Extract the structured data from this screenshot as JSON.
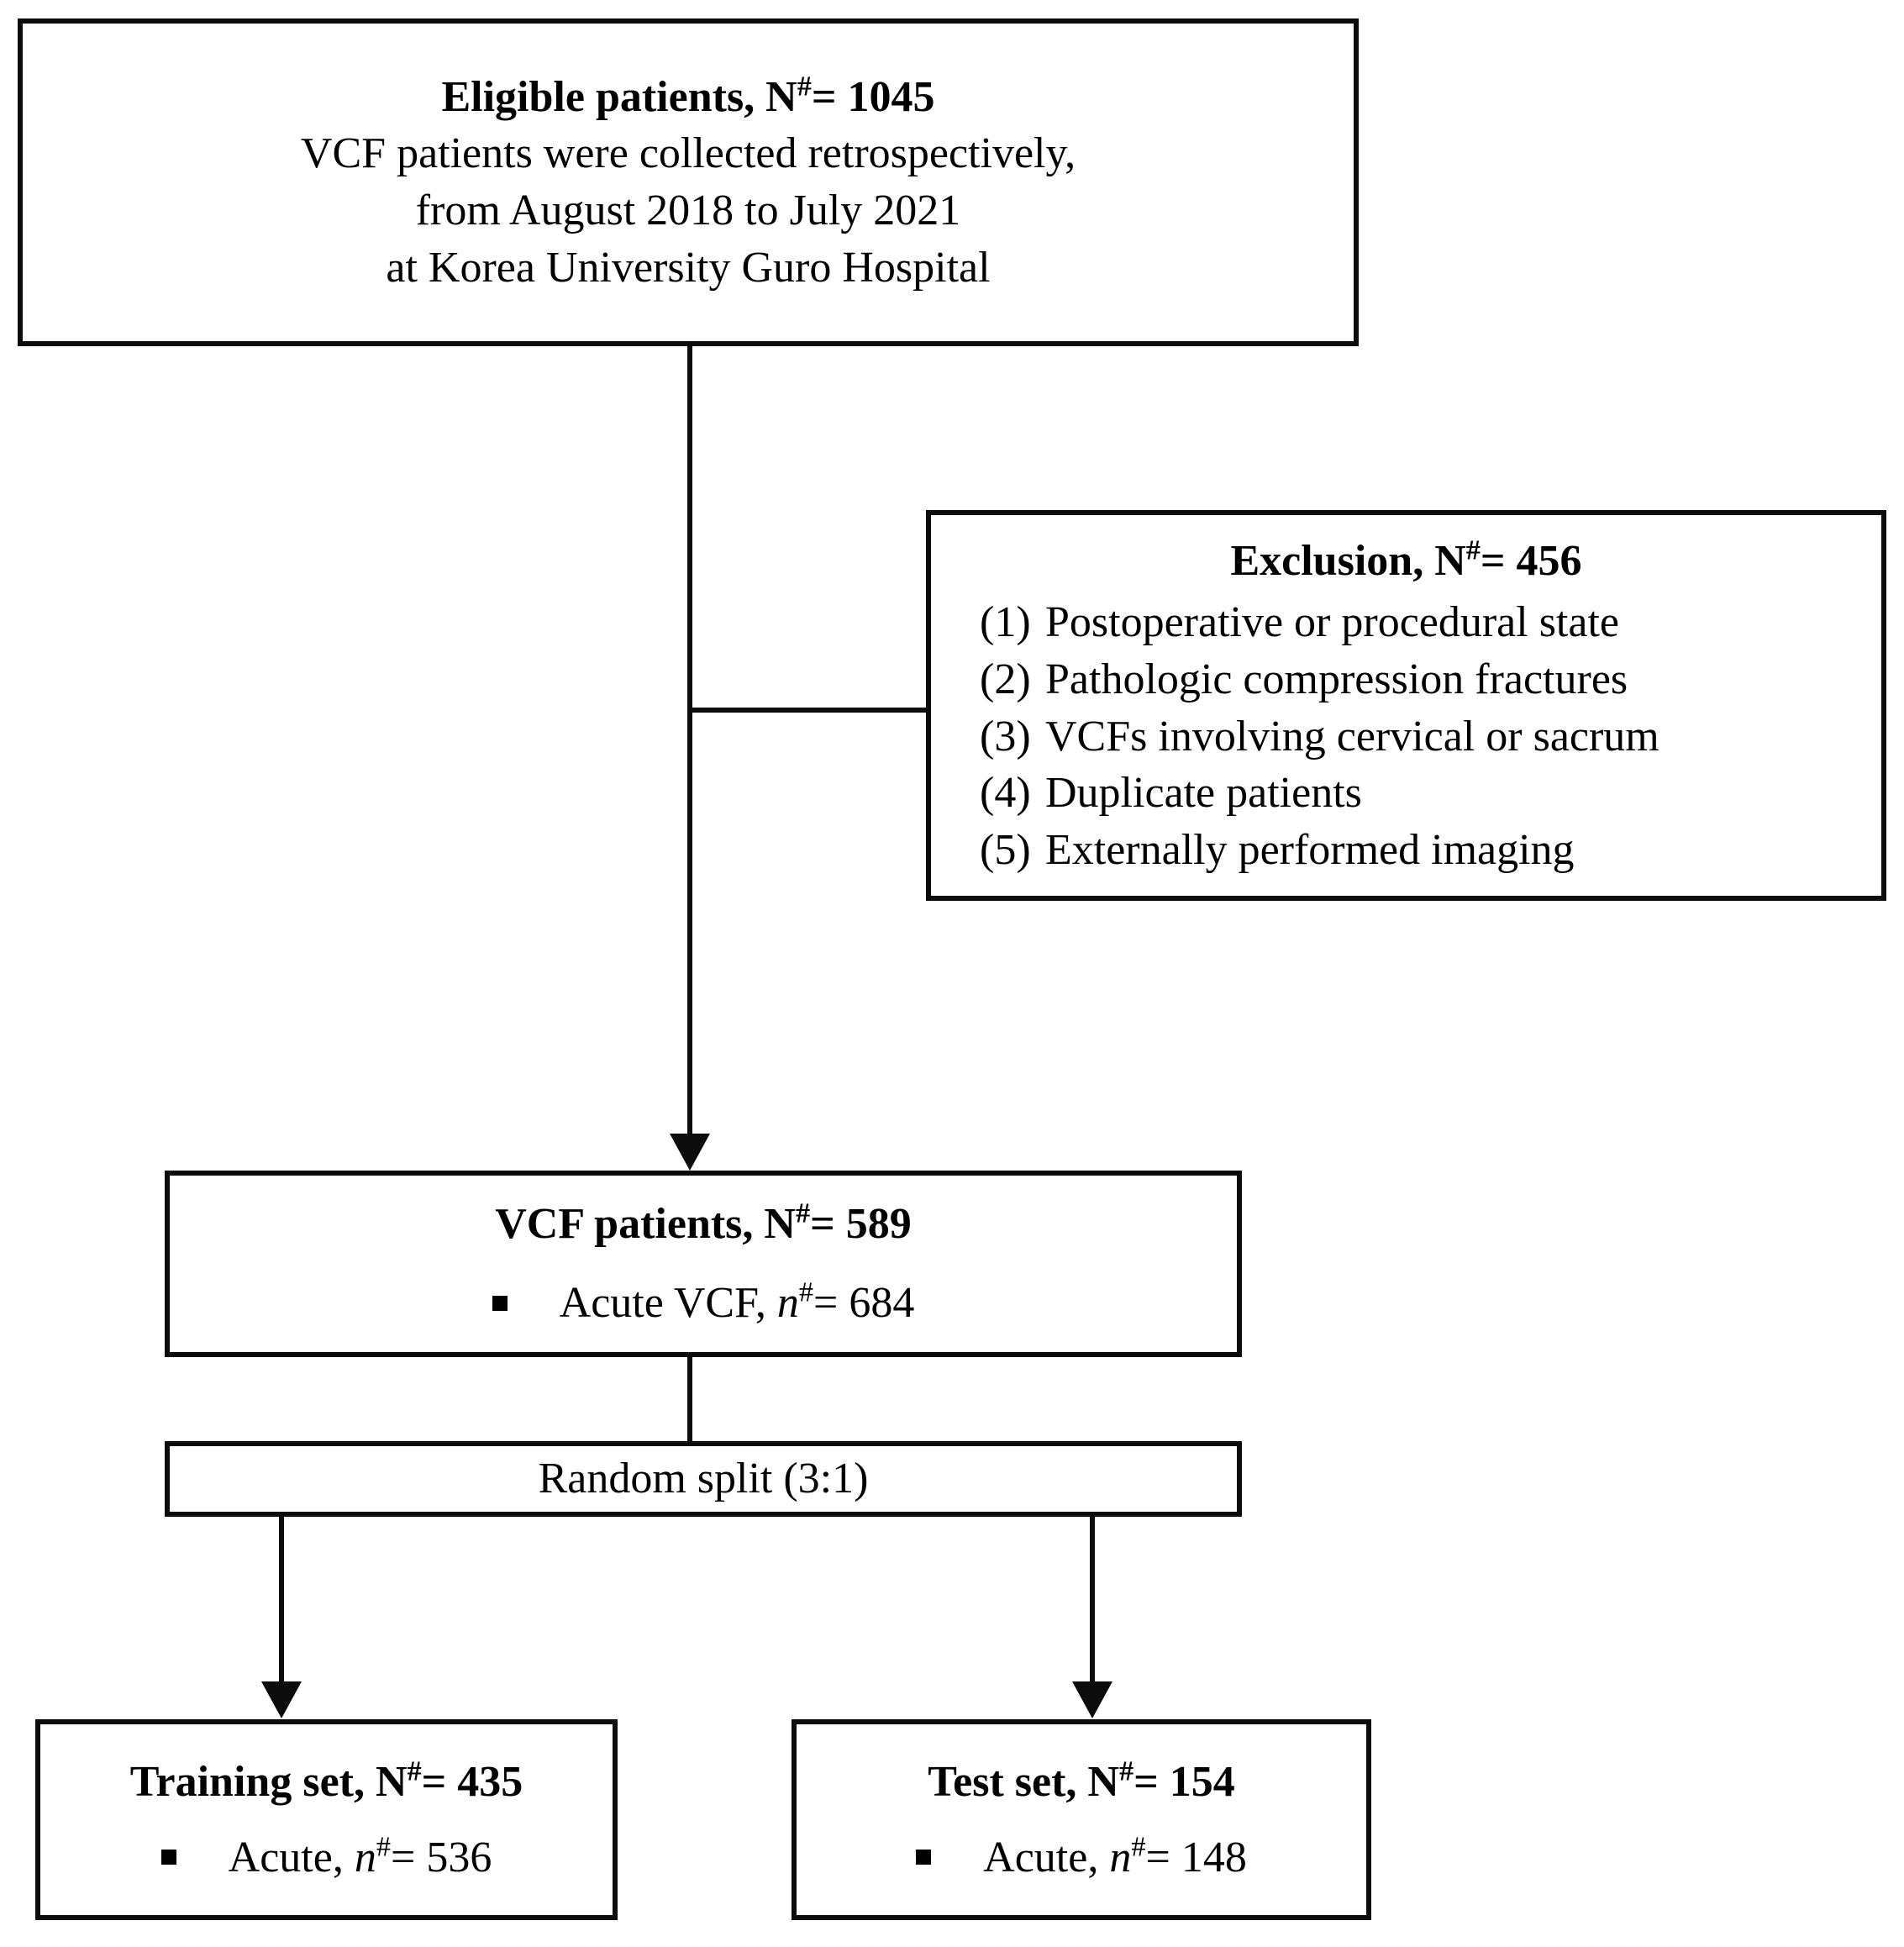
{
  "diagram": {
    "title": "Patient selection flowchart",
    "line_color": "#0c0c0c",
    "background": "#ffffff"
  },
  "boxes": {
    "eligible": {
      "heading_label": "Eligible patients, N",
      "heading_sup": "#",
      "heading_value": "= 1045",
      "lines": [
        "VCF patients were collected retrospectively,",
        "from August 2018 to July 2021",
        "at Korea University Guro Hospital"
      ]
    },
    "exclusion": {
      "heading_label": "Exclusion, N",
      "heading_sup": "#",
      "heading_value": "= 456",
      "items": [
        {
          "num": "(1)",
          "text": "Postoperative or procedural state"
        },
        {
          "num": "(2)",
          "text": "Pathologic compression fractures"
        },
        {
          "num": "(3)",
          "text": "VCFs involving cervical or sacrum"
        },
        {
          "num": "(4)",
          "text": "Duplicate patients"
        },
        {
          "num": "(5)",
          "text": "Externally performed imaging"
        }
      ]
    },
    "vcf_patients": {
      "heading_label": "VCF patients, N",
      "heading_sup": "#",
      "heading_value": "= 589",
      "bullet_prefix": "Acute VCF, ",
      "bullet_italic": "n",
      "bullet_sup": "#",
      "bullet_value": "= 684"
    },
    "random_split": {
      "label": "Random split (3:1)"
    },
    "training_set": {
      "heading_label": "Training set, N",
      "heading_sup": "#",
      "heading_value": "= 435",
      "bullet_prefix": "Acute, ",
      "bullet_italic": "n",
      "bullet_sup": "#",
      "bullet_value": "= 536"
    },
    "test_set": {
      "heading_label": "Test set, N",
      "heading_sup": "#",
      "heading_value": "= 154",
      "bullet_prefix": "Acute, ",
      "bullet_italic": "n",
      "bullet_sup": "#",
      "bullet_value": "= 148"
    }
  }
}
